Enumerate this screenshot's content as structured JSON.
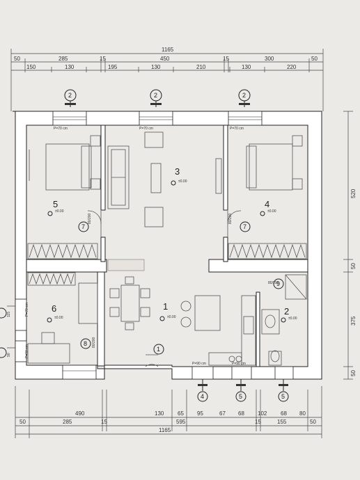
{
  "dimensions": {
    "top_total": "1165",
    "top_row2": [
      "50",
      "285",
      "15",
      "450",
      "15",
      "300",
      "50"
    ],
    "top_row3": [
      "150",
      "130",
      "195",
      "130",
      "210",
      "130",
      "220"
    ],
    "bottom_row1": [
      "490",
      "130",
      "65",
      "95",
      "67",
      "68",
      "102",
      "68",
      "80"
    ],
    "bottom_row2": [
      "50",
      "285",
      "15",
      "595",
      "15",
      "155",
      "50"
    ],
    "bottom_total": "1165",
    "right_side": [
      "520",
      "50",
      "375",
      "50"
    ],
    "left_side": [
      "115",
      "90"
    ]
  },
  "rooms": [
    {
      "number": "1",
      "level": "±0.00"
    },
    {
      "number": "2",
      "level": "±0.00"
    },
    {
      "number": "3",
      "level": "±0.00"
    },
    {
      "number": "4",
      "level": "±0.00"
    },
    {
      "number": "5",
      "level": "±0.00"
    },
    {
      "number": "6",
      "level": "±0.00"
    }
  ],
  "window_markers": [
    "2",
    "2",
    "2",
    "4",
    "5",
    "5"
  ],
  "door_markers": [
    "1",
    "7",
    "7",
    "8",
    "9"
  ],
  "window_notes": [
    "P=70 cm",
    "P=70 cm",
    "P=70 cm",
    "P=90 cm",
    "P=90 cm",
    "P=70 cm",
    "P=90 cm"
  ],
  "door_sizes": [
    "80/200",
    "80/200",
    "80/200",
    "80/200"
  ]
}
